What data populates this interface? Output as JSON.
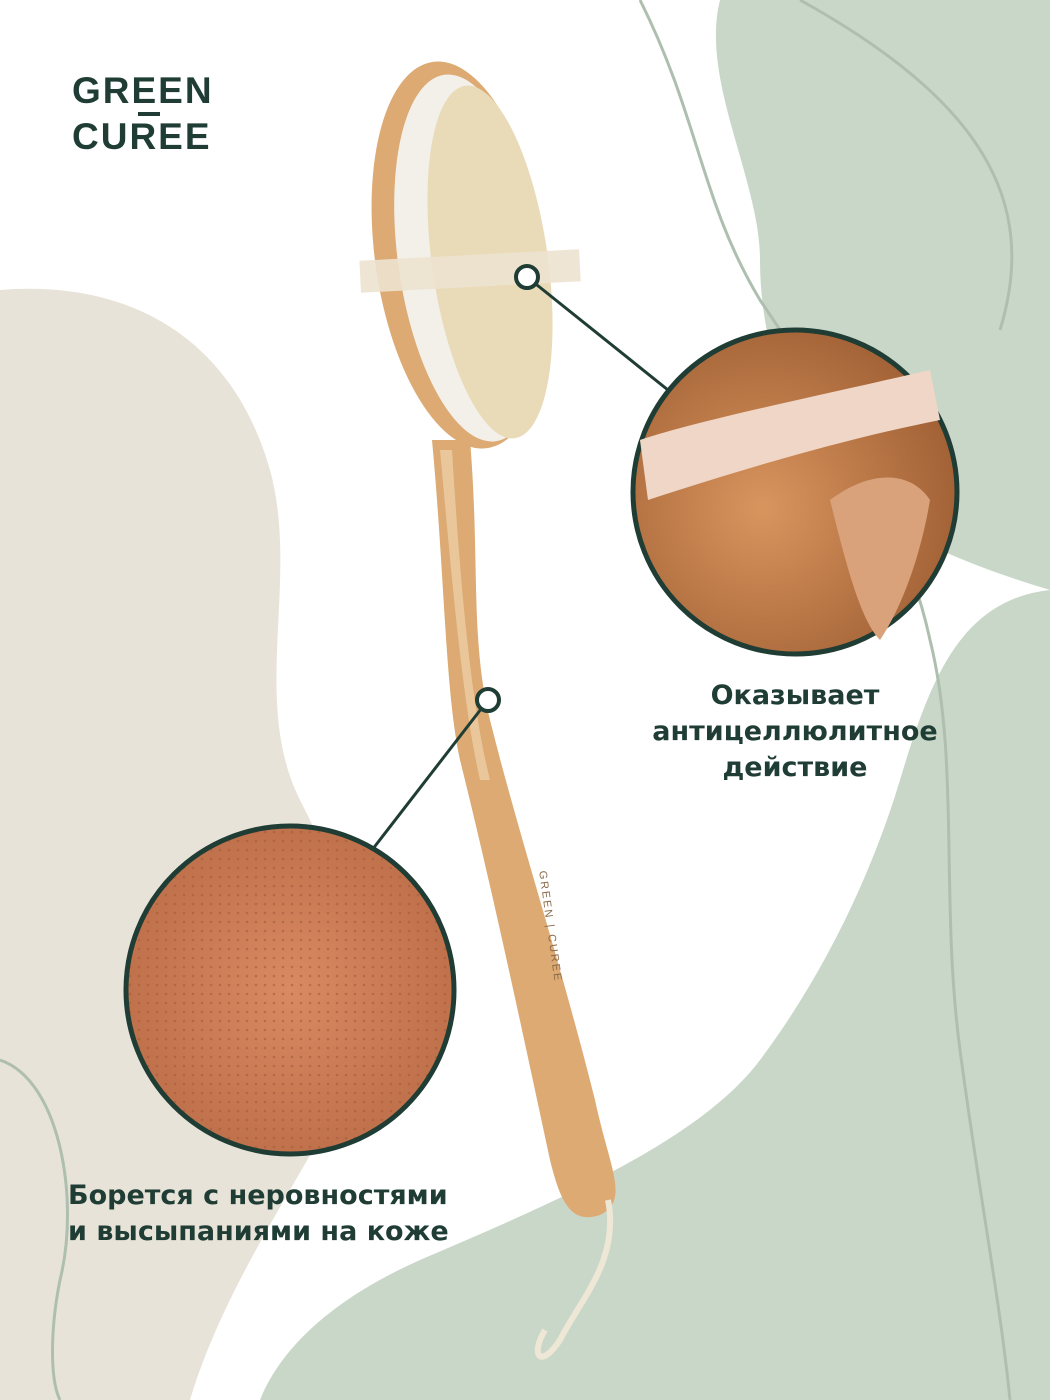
{
  "brand": {
    "logo_line1": "GREEN",
    "logo_line2": "CUREE",
    "handle_engraving": "GREEN | CUREE"
  },
  "features": [
    {
      "text_lines": [
        "Оказывает",
        "антицеллюлитное",
        "действие"
      ],
      "image": "skin-closeup-thigh"
    },
    {
      "text_lines": [
        "Борется с неровностями",
        "и высыпаниями на коже"
      ],
      "image": "skin-texture-closeup"
    }
  ],
  "colors": {
    "text": "#1f3d34",
    "beige": "#e8e3d8",
    "sage": "#c9d7c9",
    "wood": "#dcaa72",
    "bristle": "#eadbb8"
  }
}
